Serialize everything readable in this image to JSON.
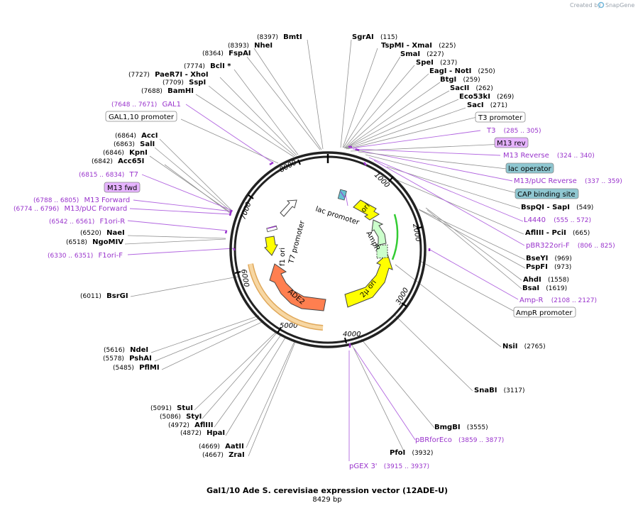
{
  "title": "Gal1/10 Ade S. cerevisiae expression vector (12ADE-U)",
  "length_label": "8429 bp",
  "credit": {
    "prefix": "Created by",
    "brand": "SnapGene"
  },
  "ticks": [
    "1000",
    "2000",
    "3000",
    "4000",
    "5000",
    "6000",
    "7000",
    "8000"
  ],
  "enzymes": [
    {
      "name": "BmtI",
      "pos": "(8397)"
    },
    {
      "name": "NheI",
      "pos": "(8393)"
    },
    {
      "name": "FspAI",
      "pos": "(8364)"
    },
    {
      "name": "BclI *",
      "pos": "(7774)"
    },
    {
      "name": "PaeR7I",
      "suffix": " - XhoI",
      "pos": "(7727)"
    },
    {
      "name": "SspI",
      "pos": "(7709)"
    },
    {
      "name": "BamHI",
      "pos": "(7688)"
    },
    {
      "name": "AccI",
      "pos": "(6864)"
    },
    {
      "name": "SalI",
      "pos": "(6863)"
    },
    {
      "name": "KpnI",
      "pos": "(6846)"
    },
    {
      "name": "Acc65I",
      "pos": "(6842)"
    },
    {
      "name": "NaeI",
      "pos": "(6520)"
    },
    {
      "name": "NgoMIV",
      "pos": "(6518)"
    },
    {
      "name": "BsrGI",
      "pos": "(6011)"
    },
    {
      "name": "NdeI",
      "pos": "(5616)"
    },
    {
      "name": "PshAI",
      "pos": "(5578)"
    },
    {
      "name": "PflMI",
      "pos": "(5485)"
    },
    {
      "name": "StuI",
      "pos": "(5091)"
    },
    {
      "name": "StyI",
      "pos": "(5086)"
    },
    {
      "name": "AflIII",
      "pos": "(4972)"
    },
    {
      "name": "HpaI",
      "pos": "(4872)"
    },
    {
      "name": "AatII",
      "pos": "(4669)"
    },
    {
      "name": "ZraI",
      "pos": "(4667)"
    },
    {
      "name": "SgrAI",
      "pos": "(115)"
    },
    {
      "name": "TspMI",
      "suffix": " - XmaI",
      "pos": "(225)"
    },
    {
      "name": "SmaI",
      "pos": "(227)"
    },
    {
      "name": "SpeI",
      "pos": "(237)"
    },
    {
      "name": "EagI",
      "suffix": " - NotI",
      "pos": "(250)"
    },
    {
      "name": "BtgI",
      "pos": "(259)"
    },
    {
      "name": "SacII",
      "pos": "(262)"
    },
    {
      "name": "Eco53kI",
      "pos": "(269)"
    },
    {
      "name": "SacI",
      "pos": "(271)"
    },
    {
      "name": "BspQI",
      "suffix": " - SapI",
      "pos": "(549)"
    },
    {
      "name": "AflIII",
      "suffix": " - PciI",
      "pos": "(665)"
    },
    {
      "name": "BseYI",
      "pos": "(969)"
    },
    {
      "name": "PspFI",
      "pos": "(973)"
    },
    {
      "name": "AhdI",
      "pos": "(1558)"
    },
    {
      "name": "BsaI",
      "pos": "(1619)"
    },
    {
      "name": "NsiI",
      "pos": "(2765)"
    },
    {
      "name": "SnaBI",
      "pos": "(3117)"
    },
    {
      "name": "BmgBI",
      "pos": "(3555)"
    },
    {
      "name": "PfoI",
      "pos": "(3932)"
    }
  ],
  "primers": [
    {
      "name": "GAL1",
      "range": "(7648 .. 7671)"
    },
    {
      "name": "T7",
      "range": "(6815 .. 6834)"
    },
    {
      "name": "M13 Forward",
      "range": "(6788 .. 6805)"
    },
    {
      "name": "M13/pUC Forward",
      "range": "(6774 .. 6796)"
    },
    {
      "name": "F1ori-R",
      "range": "(6542 .. 6561)"
    },
    {
      "name": "F1ori-F",
      "range": "(6330 .. 6351)"
    },
    {
      "name": "T3",
      "range": "(285 .. 305)"
    },
    {
      "name": "M13 Reverse",
      "range": "(324 .. 340)"
    },
    {
      "name": "M13/pUC Reverse",
      "range": "(337 .. 359)"
    },
    {
      "name": "L4440",
      "range": "(555 .. 572)"
    },
    {
      "name": "pBR322ori-F",
      "range": "(806 .. 825)"
    },
    {
      "name": "Amp-R",
      "range": "(2108 .. 2127)"
    },
    {
      "name": "pBRforEco",
      "range": "(3859 .. 3877)"
    },
    {
      "name": "pGEX 3'",
      "range": "(3915 .. 3937)"
    }
  ],
  "boxes": [
    {
      "text": "GAL1,10 promoter",
      "style": "plain"
    },
    {
      "text": "M13 fwd",
      "style": "pink"
    },
    {
      "text": "T3 promoter",
      "style": "plain"
    },
    {
      "text": "M13 rev",
      "style": "pink"
    },
    {
      "text": "lac operator",
      "style": "teal"
    },
    {
      "text": "CAP binding site",
      "style": "teal"
    },
    {
      "text": "AmpR promoter",
      "style": "plain"
    }
  ],
  "features": {
    "lac_promoter": "lac promoter",
    "ori": "ori",
    "ampr": "AmpR",
    "two_micron": "2µ ori",
    "ade2": "ADE2",
    "f1_ori": "f1 ori",
    "t7_promoter": "T7 promoter"
  },
  "colors": {
    "enzyme_text": "#000000",
    "primer": "#9933cc",
    "ori": "#ffff00",
    "ampr": "#ccffcc",
    "ade2": "#ff7f50",
    "two_micron": "#ffff00",
    "highlight_arc": "#f5c77e",
    "pink_box": "#e6b3ff",
    "teal_box": "#8fc7d1"
  }
}
